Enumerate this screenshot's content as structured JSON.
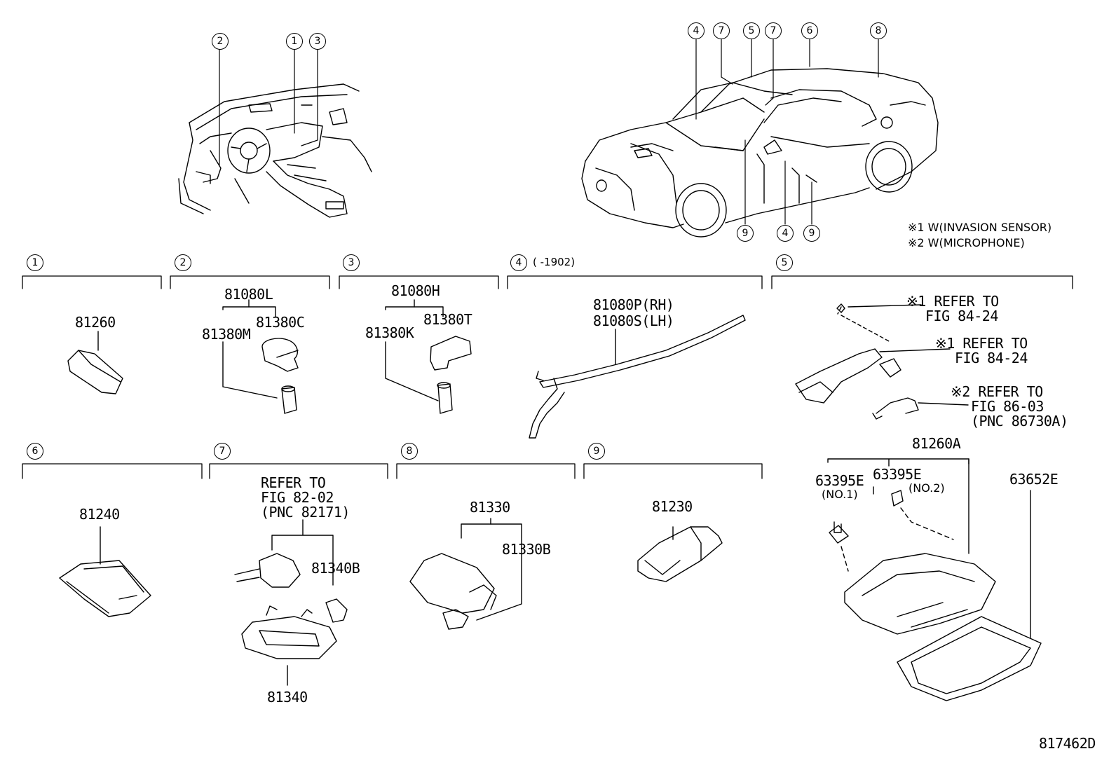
{
  "diagram_id": "817462D",
  "notes": [
    "※1 W(INVASION SENSOR)",
    "※2 W(MICROPHONE)"
  ],
  "locator_markers": {
    "dash": [
      "2",
      "1",
      "3"
    ],
    "car_top": [
      "4",
      "7",
      "5",
      "7",
      "6",
      "8"
    ],
    "car_bottom": [
      "9",
      "4",
      "9"
    ]
  },
  "sections": [
    {
      "no": "1",
      "extra": ""
    },
    {
      "no": "2",
      "extra": ""
    },
    {
      "no": "3",
      "extra": ""
    },
    {
      "no": "4",
      "extra": "(       -1902)"
    },
    {
      "no": "5",
      "extra": ""
    },
    {
      "no": "6",
      "extra": ""
    },
    {
      "no": "7",
      "extra": ""
    },
    {
      "no": "8",
      "extra": ""
    },
    {
      "no": "9",
      "extra": ""
    }
  ],
  "parts": {
    "p81260": "81260",
    "p81080L": "81080L",
    "p81380M": "81380M",
    "p81380C": "81380C",
    "p81080H": "81080H",
    "p81380K": "81380K",
    "p81380T": "81380T",
    "p81080P": "81080P(RH)",
    "p81080S": "81080S(LH)",
    "ref1a_1": "※1 REFER TO",
    "ref1a_2": "FIG 84-24",
    "ref1b_1": "※1 REFER TO",
    "ref1b_2": "FIG 84-24",
    "ref2_1": "※2 REFER TO",
    "ref2_2": "FIG 86-03",
    "ref2_3": "(PNC 86730A)",
    "p81240": "81240",
    "ref7_1": "REFER TO",
    "ref7_2": "FIG 82-02",
    "ref7_3": "(PNC 82171)",
    "p81340B": "81340B",
    "p81340": "81340",
    "p81330": "81330",
    "p81330B": "81330B",
    "p81230": "81230",
    "p81260A": "81260A",
    "p63395E_1": "63395E",
    "no1": "(NO.1)",
    "p63395E_2": "63395E",
    "no2": "(NO.2)",
    "p63652E": "63652E"
  }
}
